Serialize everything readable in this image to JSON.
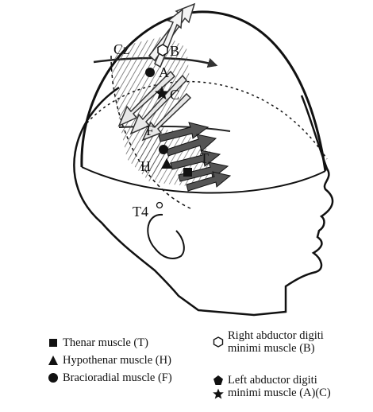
{
  "labels": {
    "cz": "Cz",
    "a": "A",
    "b": "B",
    "c": "C",
    "f": "F",
    "h": "H",
    "t": "T",
    "t4": "T4"
  },
  "legend": {
    "thenar": "Thenar muscle (T)",
    "hypothenar": "Hypothenar muscle (H)",
    "bracioradial": "Bracioradial muscle (F)",
    "right_abductor": "Right abductor digiti\nminimi muscle (B)",
    "left_abductor": "Left abductor digiti\nminimi muscle (A)(C)"
  }
}
